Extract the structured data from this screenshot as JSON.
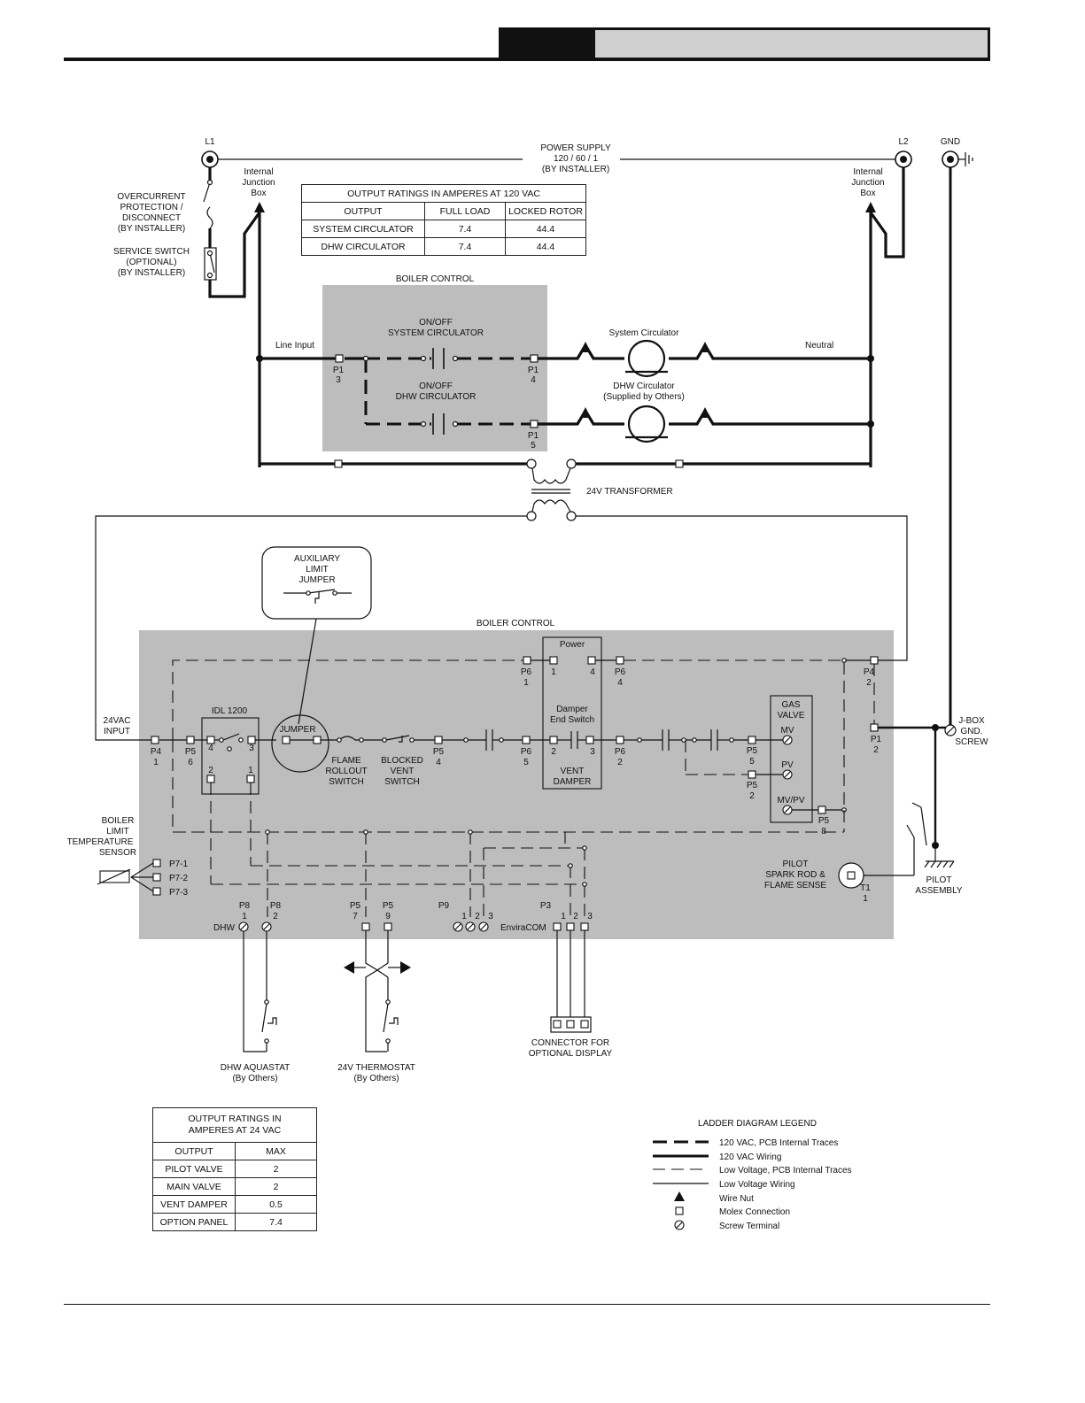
{
  "top_ratings_table": {
    "title": "OUTPUT RATINGS IN AMPERES AT 120 VAC",
    "headers": [
      "OUTPUT",
      "FULL LOAD",
      "LOCKED ROTOR"
    ],
    "rows": [
      [
        "SYSTEM CIRCULATOR",
        "7.4",
        "44.4"
      ],
      [
        "DHW CIRCULATOR",
        "7.4",
        "44.4"
      ]
    ]
  },
  "bottom_ratings_table": {
    "title_line1": "OUTPUT RATINGS IN",
    "title_line2": "AMPERES AT 24 VAC",
    "headers": [
      "OUTPUT",
      "MAX"
    ],
    "rows": [
      [
        "PILOT VALVE",
        "2"
      ],
      [
        "MAIN VALVE",
        "2"
      ],
      [
        "VENT DAMPER",
        "0.5"
      ],
      [
        "OPTION PANEL",
        "7.4"
      ]
    ]
  },
  "legend": {
    "title": "LADDER DIAGRAM LEGEND",
    "items": [
      "120 VAC, PCB Internal Traces",
      "120 VAC Wiring",
      "Low Voltage, PCB Internal Traces",
      "Low Voltage Wiring",
      "Wire Nut",
      "Molex Connection",
      "Screw Terminal"
    ]
  },
  "labels": {
    "l1": "L1",
    "l2": "L2",
    "gnd": "GND",
    "power_supply": [
      "POWER SUPPLY",
      "120 / 60 / 1",
      "(BY INSTALLER)"
    ],
    "junction_box": [
      "Internal",
      "Junction",
      "Box"
    ],
    "overcurrent": [
      "OVERCURRENT",
      "PROTECTION /",
      "DISCONNECT",
      "(BY INSTALLER)"
    ],
    "service_switch": [
      "SERVICE SWITCH",
      "(OPTIONAL)",
      "(BY INSTALLER)"
    ],
    "boiler_control": "BOILER CONTROL",
    "line_input": "Line Input",
    "neutral": "Neutral",
    "sys_relay": [
      "ON/OFF",
      "SYSTEM CIRCULATOR"
    ],
    "dhw_relay": [
      "ON/OFF",
      "DHW CIRCULATOR"
    ],
    "system_circulator": "System Circulator",
    "dhw_circulator": [
      "DHW Circulator",
      "(Supplied by Others)"
    ],
    "transformer": "24V TRANSFORMER",
    "aux_limit": [
      "AUXILIARY",
      "LIMIT",
      "JUMPER"
    ],
    "input_24vac": [
      "24VAC",
      "INPUT"
    ],
    "idl": "IDL 1200",
    "jumper": "JUMPER",
    "flame_rollout": [
      "FLAME",
      "ROLLOUT",
      "SWITCH"
    ],
    "blocked_vent": [
      "BLOCKED",
      "VENT",
      "SWITCH"
    ],
    "power": "Power",
    "damper_end": [
      "Damper",
      "End Switch"
    ],
    "vent_damper": [
      "VENT",
      "DAMPER"
    ],
    "gas_valve": [
      "GAS",
      "VALVE"
    ],
    "mv": "MV",
    "pv": "PV",
    "mvpv": "MV/PV",
    "jbox": [
      "J-BOX",
      "GND.",
      "SCREW"
    ],
    "boiler_limit": [
      "BOILER",
      "LIMIT",
      "TEMPERATURE",
      "SENSOR"
    ],
    "p7": [
      "P7-1",
      "P7-2",
      "P7-3"
    ],
    "pilot_spark": [
      "PILOT",
      "SPARK ROD &",
      "FLAME SENSE"
    ],
    "pilot_assembly": [
      "PILOT",
      "ASSEMBLY"
    ],
    "dhw": "DHW",
    "enviracom": "EnviraCOM",
    "connector": [
      "CONNECTOR FOR",
      "OPTIONAL DISPLAY"
    ],
    "dhw_aquastat": [
      "DHW AQUASTAT",
      "(By Others)"
    ],
    "thermostat": [
      "24V THERMOSTAT",
      "(By Others)"
    ]
  },
  "pins": {
    "p1_3": [
      "P1",
      "3"
    ],
    "p1_4": [
      "P1",
      "4"
    ],
    "p1_5": [
      "P1",
      "5"
    ],
    "p4_1": [
      "P4",
      "1"
    ],
    "p5_6": [
      "P5",
      "6"
    ],
    "p5_4": [
      "P5",
      "4"
    ],
    "p6_5": [
      "P6",
      "5"
    ],
    "p6_2": [
      "P6",
      "2"
    ],
    "p6_1": [
      "P6",
      "1"
    ],
    "p6_4": [
      "P6",
      "4"
    ],
    "p4_2": [
      "P4",
      "2"
    ],
    "p1_2": [
      "P1",
      "2"
    ],
    "p5_5": [
      "P5",
      "5"
    ],
    "p5_2": [
      "P5",
      "2"
    ],
    "p5_8": [
      "P5",
      "8"
    ],
    "t1_1": [
      "T1",
      "1"
    ],
    "p8_1": [
      "P8",
      "1"
    ],
    "p8_2": [
      "P8",
      "2"
    ],
    "p5_7": [
      "P5",
      "7"
    ],
    "p5_9": [
      "P5",
      "9"
    ],
    "p9": "P9",
    "p3": "P3",
    "idl_pins": [
      "4",
      "3",
      "2",
      "1"
    ],
    "power_pins": [
      "1",
      "4"
    ],
    "damper_pins": [
      "2",
      "3"
    ],
    "p9_pins": [
      "1",
      "2",
      "3"
    ],
    "p3_pins": [
      "1",
      "2",
      "3"
    ]
  }
}
